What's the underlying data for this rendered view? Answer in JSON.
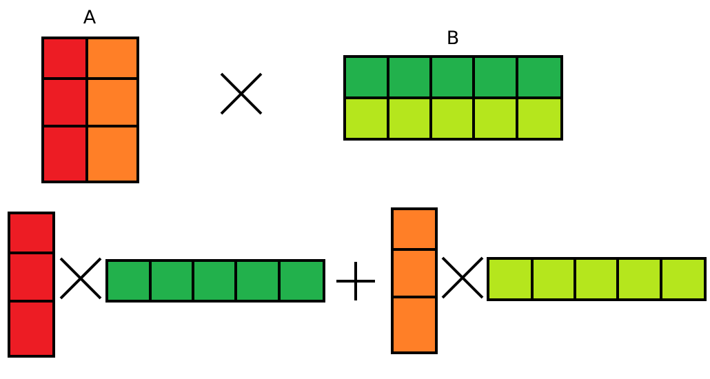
{
  "labels": {
    "a": "A",
    "b": "B"
  },
  "colors": {
    "red": "#ed1c24",
    "orange": "#ff7f27",
    "dark_green": "#22b14c",
    "light_green": "#b5e61d",
    "stroke": "#000000"
  },
  "matrix_a": {
    "rows": 3,
    "cols": 2,
    "column_colors": [
      "red",
      "orange"
    ]
  },
  "matrix_b": {
    "rows": 2,
    "cols": 5,
    "row_colors": [
      "dark_green",
      "light_green"
    ]
  },
  "operators": {
    "top": "multiply",
    "bottom_left": "multiply",
    "bottom_middle": "plus",
    "bottom_right": "multiply"
  },
  "decomposition": [
    {
      "column_vector_color": "red",
      "column_length": 3,
      "row_vector_color": "dark_green",
      "row_length": 5
    },
    {
      "column_vector_color": "orange",
      "column_length": 3,
      "row_vector_color": "light_green",
      "row_length": 5
    }
  ]
}
